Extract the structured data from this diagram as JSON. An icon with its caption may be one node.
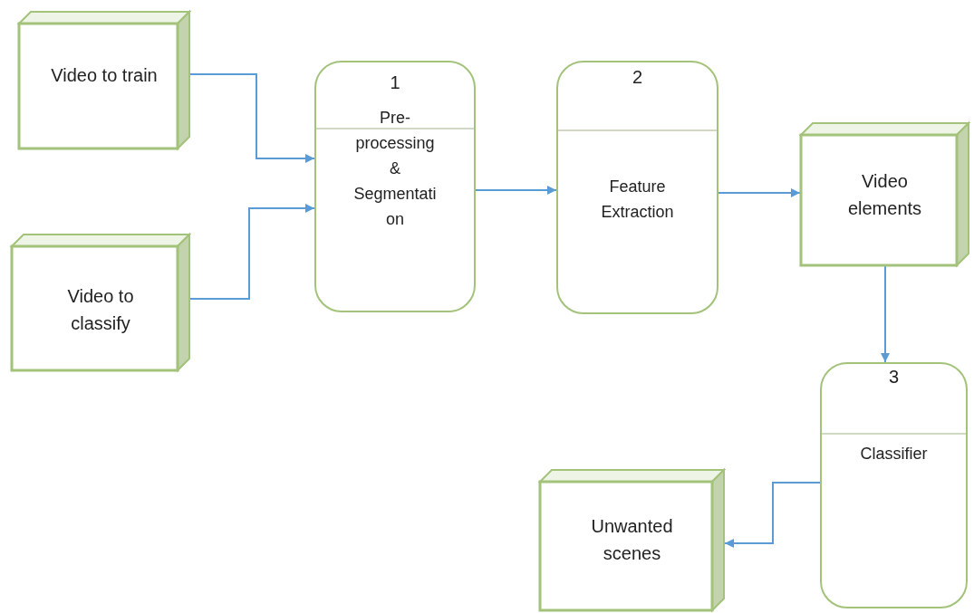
{
  "diagram": {
    "nodes": [
      {
        "text": [
          "Video to train"
        ]
      },
      {
        "text": [
          "Video to classify"
        ]
      },
      {
        "text": [
          "1",
          "Pre-processing & Segmentation"
        ]
      },
      {
        "text": [
          "2",
          "Feature Extraction"
        ]
      },
      {
        "text": [
          "Video elements"
        ]
      },
      {
        "text": [
          "3",
          "Classifier"
        ]
      },
      {
        "text": [
          "Unwanted scenes"
        ]
      }
    ],
    "edges": [
      {
        "from": 0,
        "to": 2,
        "arrow": "to"
      },
      {
        "from": 1,
        "to": 2,
        "arrow": "to"
      },
      {
        "from": 2,
        "to": 3,
        "arrow": "to"
      },
      {
        "from": 3,
        "to": 4,
        "arrow": "to"
      },
      {
        "from": 4,
        "to": 5,
        "arrow": "to"
      },
      {
        "from": 5,
        "to": 6,
        "arrow": "to"
      }
    ]
  }
}
